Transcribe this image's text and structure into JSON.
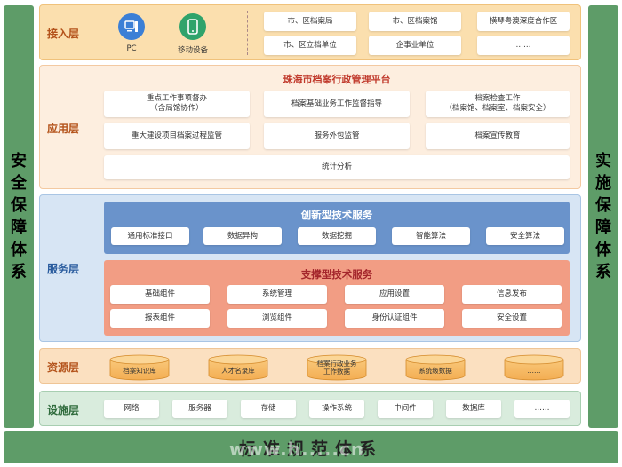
{
  "left_side": {
    "text": "安全保障体系"
  },
  "right_side": {
    "text": "实施保障体系"
  },
  "bottom": {
    "text": "标准规范体系"
  },
  "watermark": "www.h.....cn",
  "access": {
    "label": "接入层",
    "devices": [
      {
        "label": "PC",
        "icon": "pc-icon",
        "color": "#3b7fd6"
      },
      {
        "label": "移动设备",
        "icon": "mobile-icon",
        "color": "#2fa36b"
      }
    ],
    "units": [
      "市、区档案局",
      "市、区档案馆",
      "横琴粤澳深度合作区",
      "市、区立档单位",
      "企事业单位",
      "……"
    ]
  },
  "application": {
    "label": "应用层",
    "title": "珠海市档案行政管理平台",
    "items": [
      [
        "重点工作事项督办",
        "（含局馆协作）"
      ],
      [
        "档案基础业务工作监督指导"
      ],
      [
        "档案检查工作",
        "（档案馆、档案室、档案安全）"
      ],
      [
        "重大建设项目档案过程监管"
      ],
      [
        "服务外包监管"
      ],
      [
        "档案宣传教育"
      ]
    ],
    "wide_item": "统计分析"
  },
  "service": {
    "label": "服务层",
    "innovation": {
      "title": "创新型技术服务",
      "items": [
        "通用标准接口",
        "数据异构",
        "数据挖掘",
        "智能算法",
        "安全算法"
      ]
    },
    "support": {
      "title": "支撑型技术服务",
      "items": [
        "基础组件",
        "系统管理",
        "应用设置",
        "信息发布",
        "报表组件",
        "浏览组件",
        "身份认证组件",
        "安全设置"
      ]
    }
  },
  "resource": {
    "label": "资源层",
    "items": [
      [
        "档案知识库"
      ],
      [
        "人才名录库"
      ],
      [
        "档案行政业务",
        "工作数据"
      ],
      [
        "系统级数据"
      ],
      [
        "……"
      ]
    ]
  },
  "facility": {
    "label": "设施层",
    "items": [
      "网络",
      "服务器",
      "存储",
      "操作系统",
      "中间件",
      "数据库",
      "……"
    ]
  },
  "colors": {
    "side_green": "#5e9c68",
    "platform_title": "#c0392b",
    "innovation_blue": "#6a93cb",
    "support_salmon": "#f29d84"
  }
}
